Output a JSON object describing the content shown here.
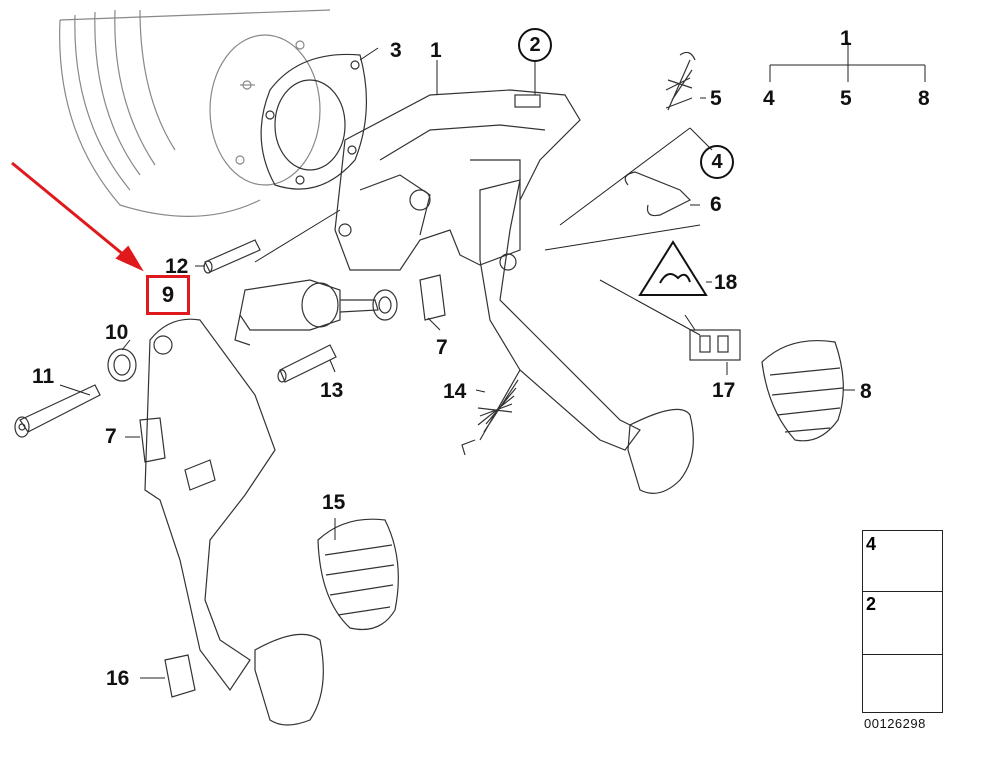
{
  "callouts": {
    "c1": "1",
    "c2": "2",
    "c3": "3",
    "c4": "4",
    "c5": "5",
    "c6": "6",
    "c7a": "7",
    "c7b": "7",
    "c8": "8",
    "c9": "9",
    "c10": "10",
    "c11": "11",
    "c12": "12",
    "c13": "13",
    "c14": "14",
    "c15": "15",
    "c16": "16",
    "c17": "17",
    "c18": "18"
  },
  "tree": {
    "root": "1",
    "children": [
      "4",
      "5",
      "8"
    ]
  },
  "legend": {
    "item_a": "4",
    "item_b": "2"
  },
  "document_id": "00126298",
  "colors": {
    "highlight": "#e0191c",
    "lines": "#111111"
  }
}
